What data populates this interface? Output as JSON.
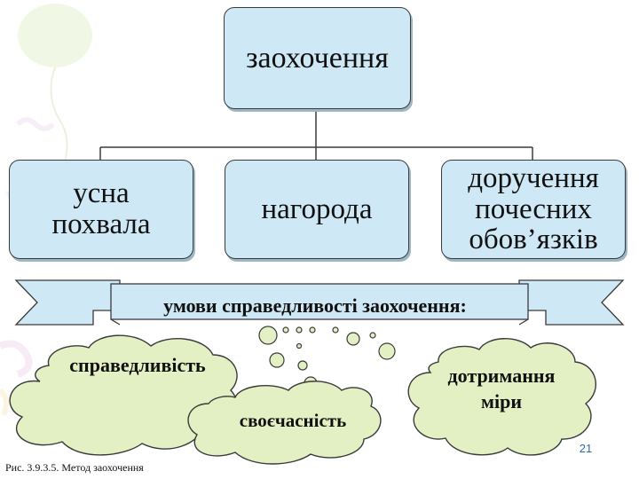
{
  "diagram": {
    "root": {
      "label": "заохочення"
    },
    "children": [
      {
        "label_lines": [
          "усна",
          "похвала"
        ]
      },
      {
        "label_lines": [
          "нагорода"
        ]
      },
      {
        "label_lines": [
          "доручення",
          "почесних",
          "обов’язків"
        ]
      }
    ],
    "ribbon": {
      "label": "умови справедливості заохочення:"
    },
    "clouds": [
      {
        "label": "справедливість"
      },
      {
        "label": "своєчасність"
      },
      {
        "label_lines": [
          "дотримання",
          "міри"
        ]
      }
    ]
  },
  "page_number": "21",
  "caption": "Рис. 3.9.3.5. Метод заохочення",
  "colors": {
    "box_fill": "#cfe8f6",
    "cloud_fill": "#e3f0c4",
    "ribbon_fill": "#cfe8f6",
    "line": "#3a3a3a"
  }
}
